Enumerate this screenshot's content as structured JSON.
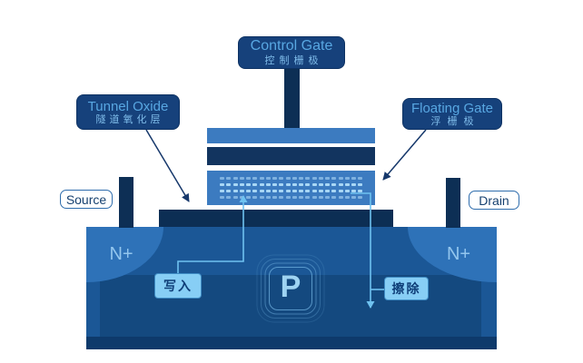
{
  "diagram": {
    "labels": {
      "control_gate_en": "Control Gate",
      "control_gate_cn": "控制栅极",
      "tunnel_oxide_en": "Tunnel Oxide",
      "tunnel_oxide_cn": "隧道氧化层",
      "floating_gate_en": "Floating Gate",
      "floating_gate_cn": "浮栅极",
      "source": "Source",
      "drain": "Drain",
      "n_plus_source": "N+",
      "n_plus_drain": "N+",
      "p_substrate": "P",
      "write": "写入",
      "erase": "擦除"
    },
    "colors": {
      "label_bg": "#16417B",
      "label_border": "#0E3263",
      "label_text_en": "#58A7E2",
      "label_text_cn": "#7FBCEA",
      "pill_border": "#2F6DAD",
      "pill_text": "#16406F",
      "electrode": "#0D2F55",
      "layer_blue": "#3C7BC0",
      "layer_dark": "#12345F",
      "tunnel_bar": "#0C2E54",
      "substrate": "#1B5796",
      "substrate_inner": "#14497F",
      "substrate_bottom": "#0E3A6B",
      "n_plus": "#2E72B8",
      "n_plus_text": "#93C6EE",
      "tag_bg": "#87CEF5",
      "tag_border": "#3F8CC4",
      "tag_text": "#0F3E78",
      "connector": "#6FC2F0",
      "annotation": "#16386B",
      "electron_bright": "#A9D7F5",
      "electron_dim": "#7FB2E0",
      "p_text": "#9ED3F2",
      "ring": "#6FB0DF"
    }
  }
}
